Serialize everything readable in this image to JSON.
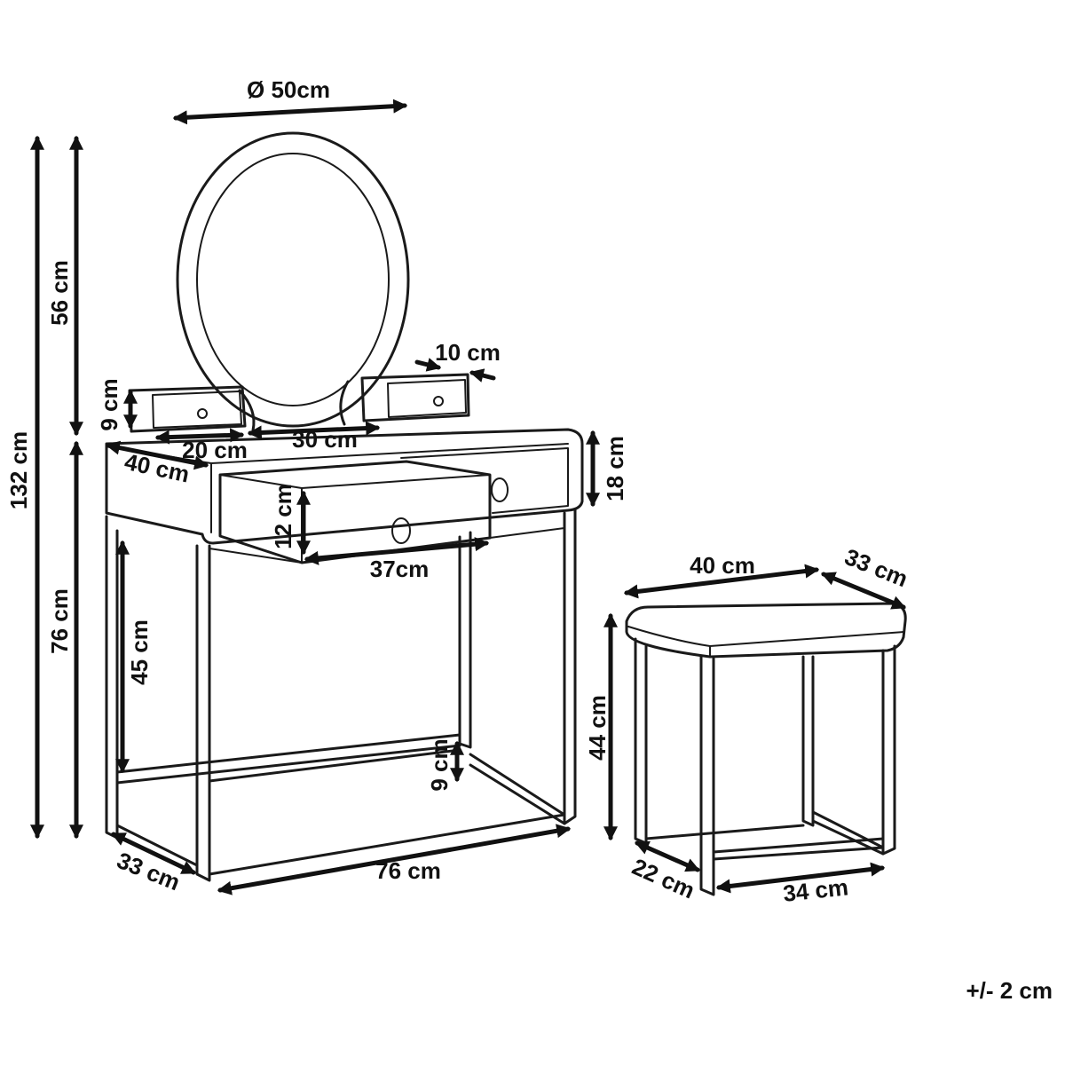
{
  "dimensions": {
    "mirror_diameter": "Ø 50cm",
    "total_height": "132 cm",
    "mirror_height": "56 cm",
    "table_height": "76 cm",
    "leg_clearance": "45 cm",
    "small_drawer_height": "9 cm",
    "small_drawer_width": "20 cm",
    "mirror_gap": "30 cm",
    "small_drawer_depth": "10 cm",
    "tabletop_depth": "40 cm",
    "table_depth_bottom": "33 cm",
    "drawer_front_height": "18 cm",
    "drawer_height": "12 cm",
    "drawer_width": "37cm",
    "table_width": "76 cm",
    "footrest_height": "9 cm",
    "stool_width": "40 cm",
    "stool_depth": "33 cm",
    "stool_height": "44 cm",
    "stool_base_depth": "22 cm",
    "stool_base_width": "34 cm"
  },
  "tolerance": "+/- 2 cm"
}
